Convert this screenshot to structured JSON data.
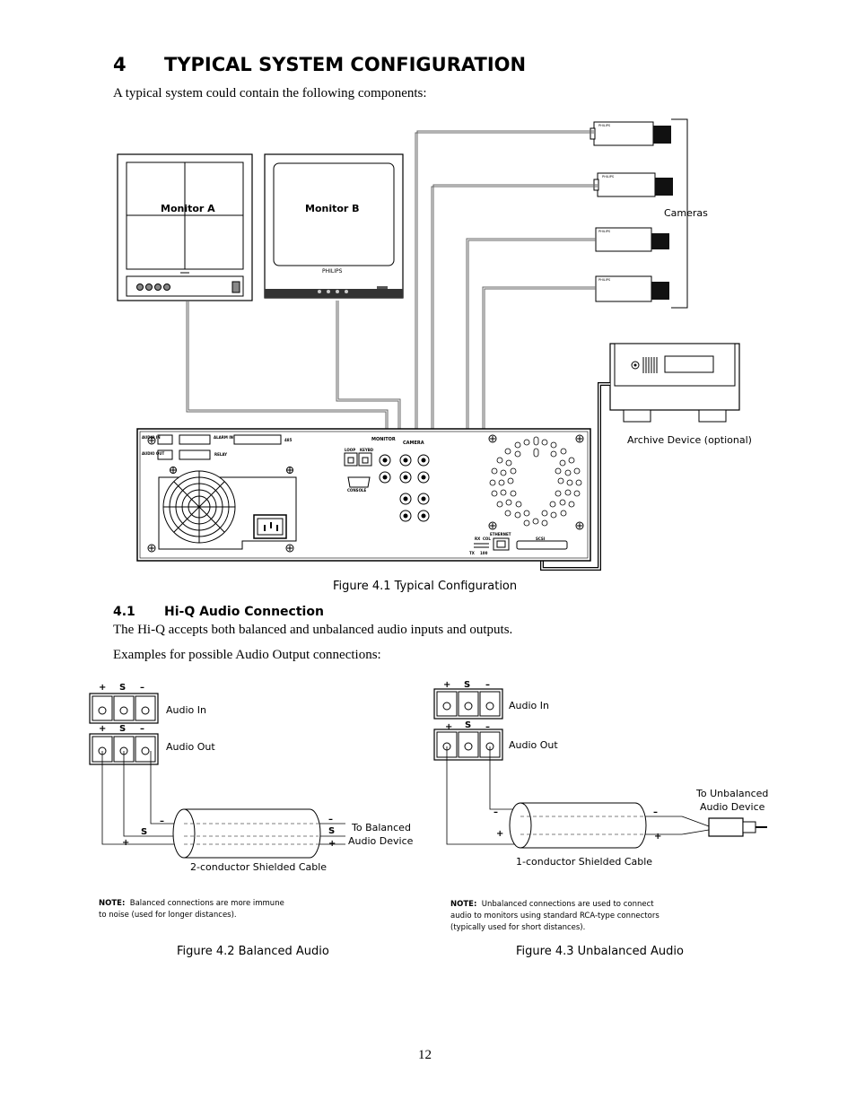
{
  "heading": {
    "number": "4",
    "title": "TYPICAL SYSTEM CONFIGURATION"
  },
  "intro": "A typical system could contain the following components:",
  "figure1": {
    "monitor_a": "Monitor A",
    "monitor_b": "Monitor B",
    "monitor_b_brand": "PHILIPS",
    "cameras": "Cameras",
    "camera_brand": "PHILIPS",
    "archive": "Archive Device (optional)",
    "panel": {
      "audio_in": "AUDIO IN",
      "audio_out": "AUDIO OUT",
      "alarm_in": "ALARM IN",
      "relay": "RELAY",
      "rs485": "485",
      "loop": "LOOP",
      "keybd": "KEYBD",
      "console": "CONSOLE",
      "monitor": "MONITOR",
      "camera": "CAMERA",
      "ethernet": "ETHERNET",
      "scsi": "SCSI",
      "rx": "RX",
      "col": "COL",
      "tx": "TX",
      "speed": "100"
    },
    "caption": "Figure 4.1  Typical Configuration"
  },
  "section": {
    "number": "4.1",
    "title": "Hi-Q Audio Connection"
  },
  "hiq_text": "The Hi-Q accepts both balanced and unbalanced audio inputs and outputs.",
  "examples_text": "Examples for possible Audio Output connections:",
  "figure2": {
    "audio_in": "Audio In",
    "audio_out": "Audio Out",
    "plus": "+",
    "s": "S",
    "minus": "–",
    "device_line1": "To Balanced",
    "device_line2": "Audio Device",
    "cable": "2-conductor Shielded Cable",
    "note_label": "NOTE:",
    "note_text": "Balanced connections are more immune",
    "note_text2": "to noise (used for longer distances).",
    "caption": "Figure 4.2  Balanced Audio"
  },
  "figure3": {
    "audio_in": "Audio In",
    "audio_out": "Audio Out",
    "device_line1": "To Unbalanced",
    "device_line2": "Audio Device",
    "cable": "1-conductor Shielded Cable",
    "note_label": "NOTE:",
    "note_text": "Unbalanced connections are used to connect",
    "note_text2": "audio to monitors using standard RCA-type connectors",
    "note_text3": "(typically used for short distances).",
    "caption": "Figure 4.3  Unbalanced Audio"
  },
  "page_number": "12"
}
